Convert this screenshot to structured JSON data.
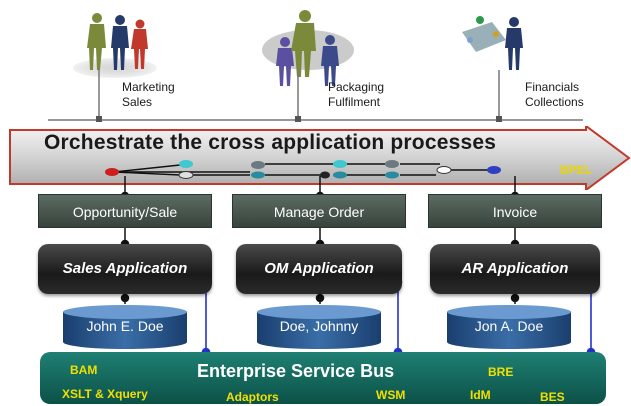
{
  "roles": [
    {
      "line1": "Marketing",
      "line2": "Sales"
    },
    {
      "line1": "Packaging",
      "line2": "Fulfilment"
    },
    {
      "line1": "Financials",
      "line2": "Collections"
    }
  ],
  "banner": {
    "title": "Orchestrate the cross application processes",
    "tag": "BPEL"
  },
  "processes": [
    "Opportunity/Sale",
    "Manage Order",
    "Invoice"
  ],
  "applications": [
    "Sales Application",
    "OM Application",
    "AR Application"
  ],
  "databases": [
    "John E. Doe",
    "Doe, Johnny",
    "Jon A. Doe"
  ],
  "esb": {
    "title": "Enterprise Service Bus",
    "components": [
      "BAM",
      "XSLT & Xquery",
      "Adaptors",
      "WSM",
      "BRE",
      "IdM",
      "BES"
    ]
  },
  "colors": {
    "banner_border": "#c0392b",
    "process_box": "#4a5a50",
    "application_box": "#1e1e1e",
    "database": "#1f4e80",
    "esb": "#106458",
    "esb_text": "#f0e000",
    "connector": "#2233cc"
  }
}
